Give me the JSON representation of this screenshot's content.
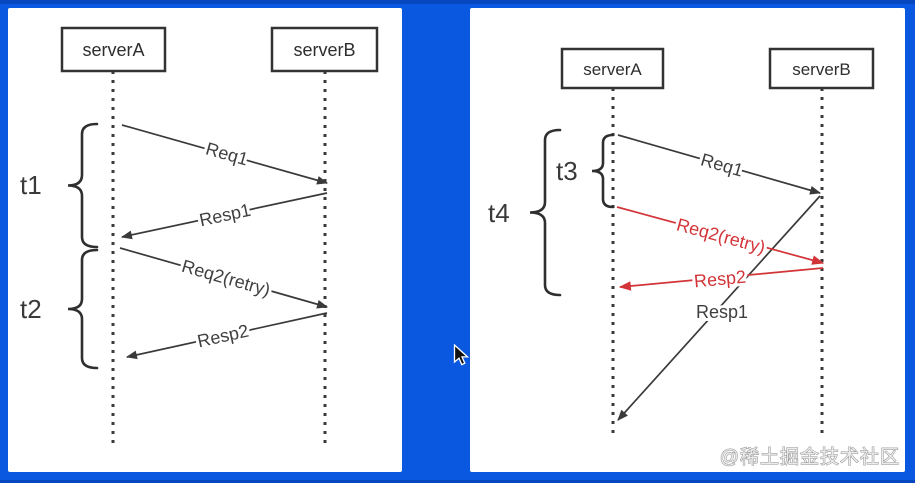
{
  "colors": {
    "background": "#0a58e0",
    "panel": "#ffffff",
    "line": "#3a3a3a",
    "retry_red": "#d23438",
    "watermark_gray": "#9b9b9b"
  },
  "left_diagram": {
    "actors": [
      "serverA",
      "serverB"
    ],
    "braces": [
      "t1",
      "t2"
    ],
    "messages": [
      "Req1",
      "Resp1",
      "Req2(retry)",
      "Resp2"
    ]
  },
  "right_diagram": {
    "actors": [
      "serverA",
      "serverB"
    ],
    "braces": [
      "t3",
      "t4"
    ],
    "messages": [
      "Req1",
      "Req2(retry)",
      "Resp2",
      "Resp1"
    ],
    "watermark": "@稀土掘金技术社区"
  }
}
